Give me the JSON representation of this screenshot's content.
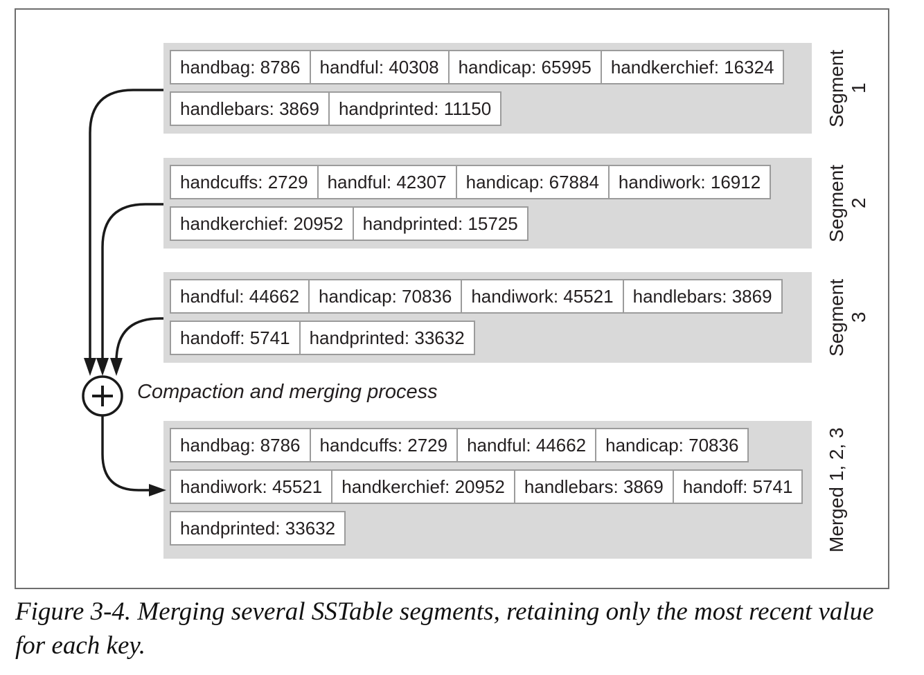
{
  "figure": {
    "segments": [
      {
        "label": "Segment 1",
        "rows": [
          [
            "handbag: 8786",
            "handful: 40308",
            "handicap: 65995",
            "handkerchief: 16324"
          ],
          [
            "handlebars: 3869",
            "handprinted: 11150"
          ]
        ]
      },
      {
        "label": "Segment 2",
        "rows": [
          [
            "handcuffs: 2729",
            "handful: 42307",
            "handicap: 67884",
            "handiwork: 16912"
          ],
          [
            "handkerchief: 20952",
            "handprinted: 15725"
          ]
        ]
      },
      {
        "label": "Segment 3",
        "rows": [
          [
            "handful: 44662",
            "handicap: 70836",
            "handiwork: 45521",
            "handlebars: 3869"
          ],
          [
            "handoff: 5741",
            "handprinted: 33632"
          ]
        ]
      },
      {
        "label": "Merged 1, 2, 3",
        "rows": [
          [
            "handbag: 8786",
            "handcuffs: 2729",
            "handful: 44662",
            "handicap: 70836"
          ],
          [
            "handiwork: 45521",
            "handkerchief: 20952",
            "handlebars: 3869",
            "handoff: 5741"
          ],
          [
            "handprinted: 33632"
          ]
        ]
      }
    ],
    "merge_node": {
      "symbol": "+",
      "label": "Compaction and merging process"
    },
    "caption_line1": "Figure 3-4. Merging several SSTable segments, retaining only the most recent value",
    "caption_line2": "for each key.",
    "colors": {
      "band_background": "#d9d9d9",
      "cell_border": "#9b9b9b",
      "text": "#231f20",
      "arrow_line": "#1a1a1a",
      "frame_border": "#6e6e6e"
    }
  }
}
